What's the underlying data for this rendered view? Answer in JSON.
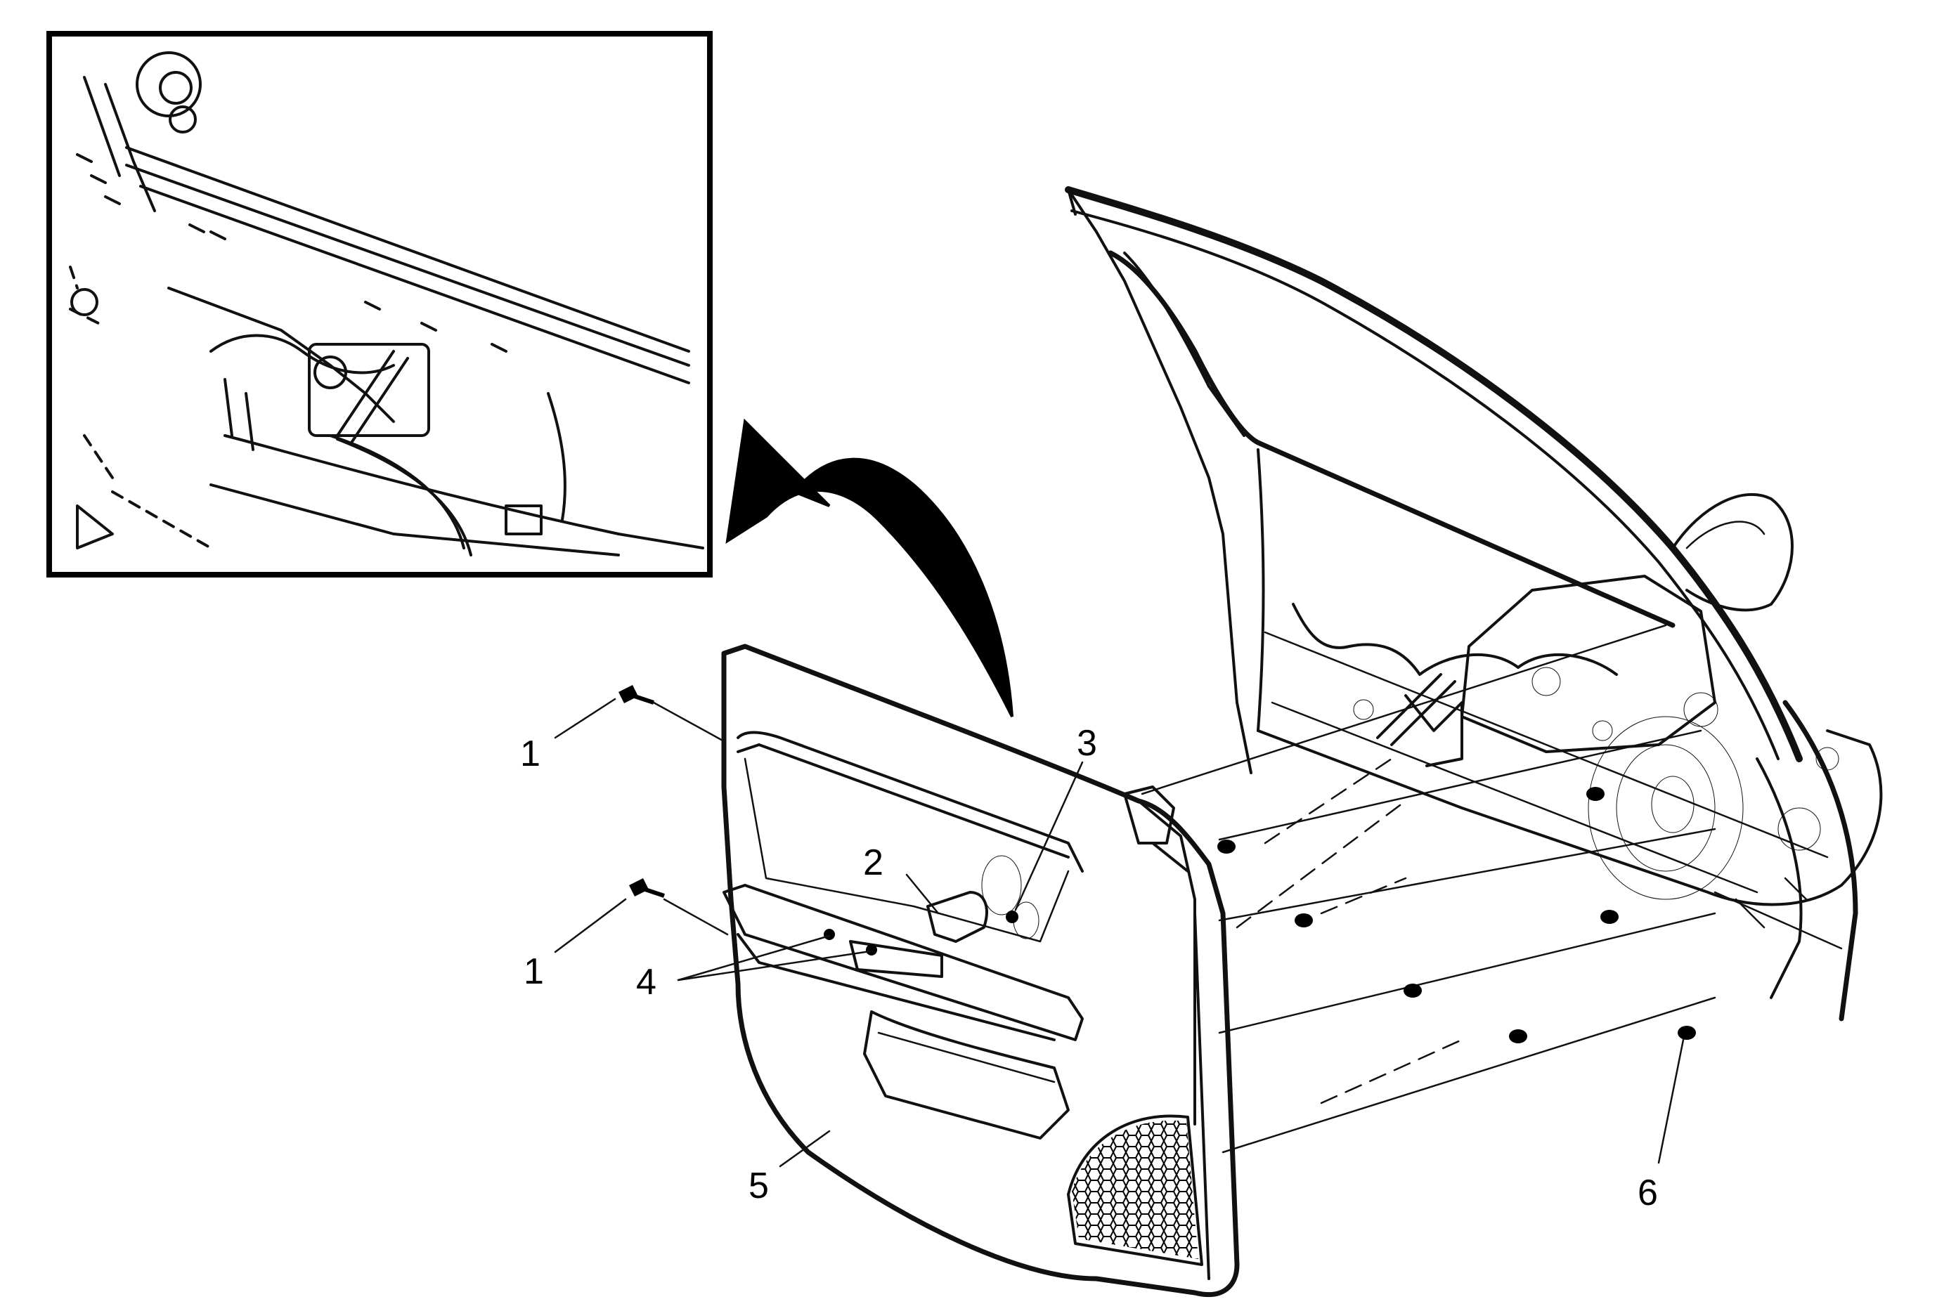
{
  "callouts": {
    "c1_upper": "1",
    "c1_lower": "1",
    "c2": "2",
    "c3": "3",
    "c4": "4",
    "c5": "5",
    "c6": "6"
  },
  "colors": {
    "ink": "#000000",
    "paper": "#ffffff",
    "arrow": "#000000"
  }
}
